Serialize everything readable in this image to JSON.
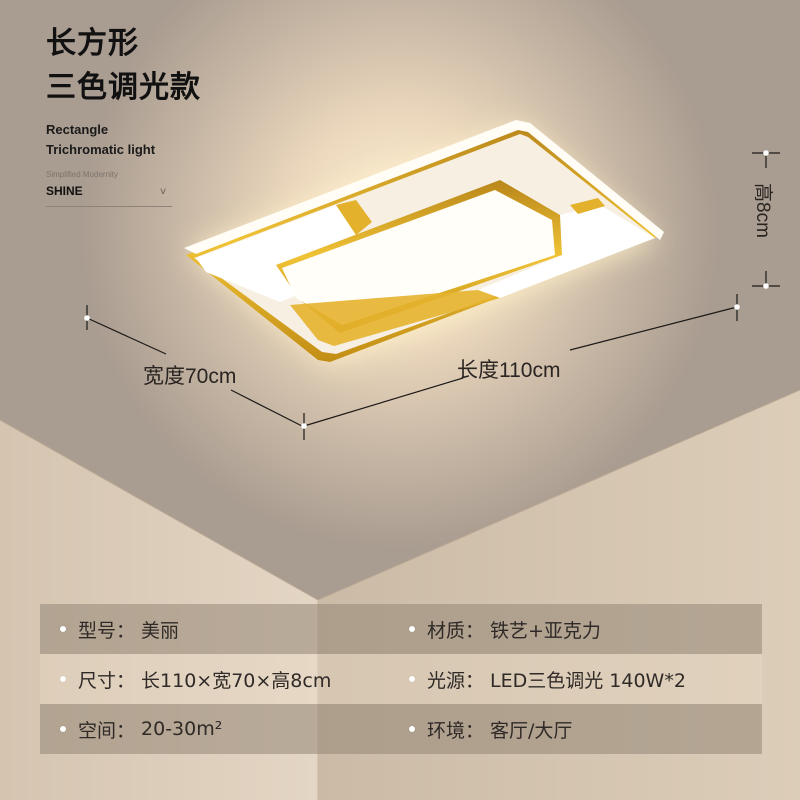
{
  "title": {
    "line1": "长方形",
    "line2": "三色调光款",
    "en_line1": "Rectangle",
    "en_line2": "Trichromatic light"
  },
  "style_tag": {
    "caption": "Simplified Modernity",
    "brand": "SHINE",
    "chevron": "v"
  },
  "dimensions": {
    "width_label": "宽度70cm",
    "length_label": "长度110cm",
    "height_label": "高8cm"
  },
  "specs": [
    {
      "left": {
        "key": "型号：",
        "value": "美丽"
      },
      "right": {
        "key": "材质：",
        "value": "铁艺+亚克力"
      }
    },
    {
      "left": {
        "key": "尺寸：",
        "value": "长110×宽70×高8cm"
      },
      "right": {
        "key": "光源：",
        "value": "LED三色调光 140W*2"
      }
    },
    {
      "left": {
        "key": "空间：",
        "value": "20-30m²"
      },
      "right": {
        "key": "环境：",
        "value": "客厅/大厅"
      }
    }
  ],
  "colors": {
    "ceiling": "#b8aa9c",
    "wall_left": "#ddcfbd",
    "wall_right": "#d2c2ae",
    "gold": "#d8a520",
    "panel_white": "#fffdf8",
    "text_dark": "#2f2a27"
  }
}
